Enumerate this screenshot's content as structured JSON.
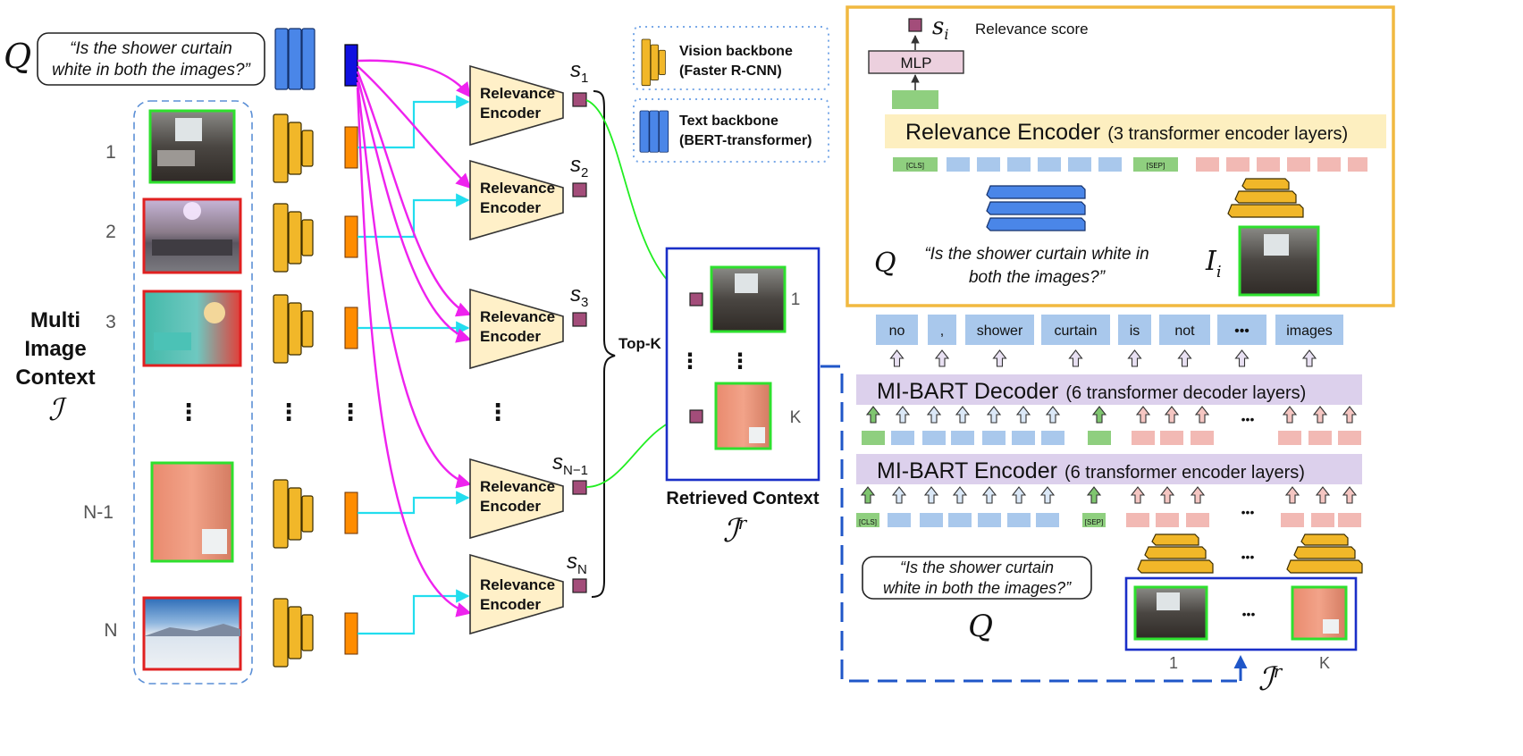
{
  "query": {
    "symbol": "Q",
    "text_line1": "“Is the shower curtain",
    "text_line2": "white in both the images?”"
  },
  "context": {
    "title_lines": [
      "Multi",
      "Image",
      "Context"
    ],
    "symbol": "ℐ",
    "row_labels": [
      "1",
      "2",
      "3",
      "N-1",
      "N"
    ],
    "dots": "⋮"
  },
  "relevance_encoder": {
    "label_line1": "Relevance",
    "label_line2": "Encoder",
    "scores": [
      "s",
      "s",
      "s",
      "s",
      "s"
    ],
    "score_subscripts": [
      "1",
      "2",
      "3",
      "N−1",
      "N"
    ]
  },
  "topk_label": "Top-K",
  "legend": {
    "vision_line1": "Vision backbone",
    "vision_line2": "(Faster R-CNN)",
    "text_line1": "Text backbone",
    "text_line2": "(BERT-transformer)"
  },
  "retrieved": {
    "labels": [
      "1",
      "K"
    ],
    "title": "Retrieved Context",
    "symbol": "ℐ",
    "superscript": "r"
  },
  "detail": {
    "score_symbol": "s",
    "score_sub": "i",
    "score_label": "Relevance score",
    "mlp_label": "MLP",
    "encoder_title": "Relevance Encoder",
    "encoder_subtitle": "(3 transformer encoder layers)",
    "cls": "[CLS]",
    "sep": "[SEP]",
    "q_symbol": "Q",
    "q_text_line1": "“Is the shower curtain white in",
    "q_text_line2": "both the images?”",
    "image_symbol": "I",
    "image_sub": "i"
  },
  "mibart": {
    "output_tokens": [
      "no",
      ",",
      "shower",
      "curtain",
      "is",
      "not",
      "•••",
      "images"
    ],
    "decoder_title": "MI-BART Decoder",
    "decoder_subtitle": "(6 transformer decoder layers)",
    "encoder_title": "MI-BART Encoder",
    "encoder_subtitle": "(6 transformer encoder layers)",
    "cls": "[CLS]",
    "sep": "[SEP]",
    "ellipsis": "•••",
    "q_text_line1": "“Is the shower curtain",
    "q_text_line2": "white in both the images?”",
    "q_symbol": "Q",
    "image_labels": [
      "1",
      "K"
    ],
    "ir_symbol": "ℐ",
    "ir_superscript": "r"
  },
  "colors": {
    "vision_backbone": "#f1b729",
    "text_backbone": "#4a86e8",
    "feature_orange": "#ff8c00",
    "query_feature": "#1010e0",
    "magenta_arrow": "#ee22ee",
    "cyan_arrow": "#22ddee",
    "green_arrow": "#22ee22",
    "score_square": "#a34d7a",
    "relevance_fill": "#fff0c8",
    "retrieved_border": "#1a2fc8",
    "detail_border": "#f1b940",
    "mibart_band": "#dcd0ec",
    "token_blue": "#a9c8ec",
    "token_green": "#8fcf7f",
    "token_pink": "#f2b9b4"
  }
}
